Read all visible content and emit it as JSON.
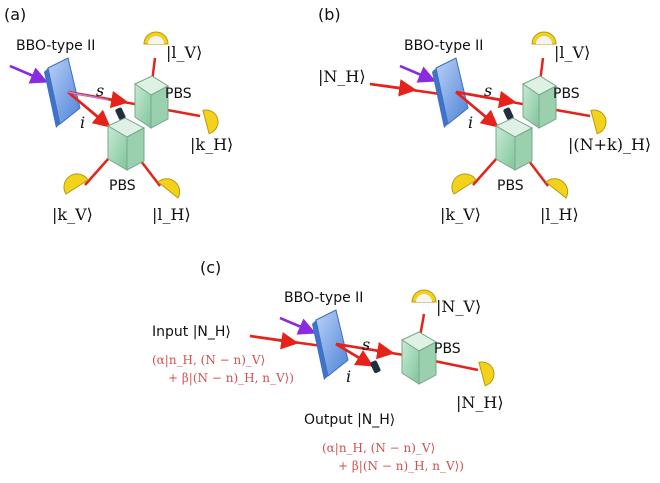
{
  "colors": {
    "beam": "#e5231b",
    "pump": "#8a2be2",
    "crystal": "#6d9de6",
    "pbs": "#9fd3b2",
    "detector": "#f2d21b",
    "annotation": "#d55050"
  },
  "panel_a": {
    "tag": "(a)",
    "crystal": "BBO-type II",
    "signal": "s",
    "idler": "i",
    "pbs_top": "PBS",
    "pbs_bottom": "PBS",
    "det_lv": "|l_V⟩",
    "det_kh": "|k_H⟩",
    "det_kv": "|k_V⟩",
    "det_lh": "|l_H⟩"
  },
  "panel_b": {
    "tag": "(b)",
    "crystal": "BBO-type II",
    "input": "|N_H⟩",
    "signal": "s",
    "idler": "i",
    "pbs_top": "PBS",
    "pbs_bottom": "PBS",
    "det_lv": "|l_V⟩",
    "det_out": "|(N+k)_H⟩",
    "det_kv": "|k_V⟩",
    "det_lh": "|l_H⟩"
  },
  "panel_c": {
    "tag": "(c)",
    "crystal": "BBO-type II",
    "input": "Input |N_H⟩",
    "input_state_1": "(α|n_H, (N − n)_V⟩",
    "input_state_2": "+ β|(N − n)_H, n_V⟩)",
    "signal": "s",
    "idler": "i",
    "pbs": "PBS",
    "det_nv": "|N_V⟩",
    "det_nh": "|N_H⟩",
    "output": "Output |N_H⟩",
    "output_state_1": "(α|n_H, (N − n)_V⟩",
    "output_state_2": "+ β|(N − n)_H, n_V⟩)"
  }
}
